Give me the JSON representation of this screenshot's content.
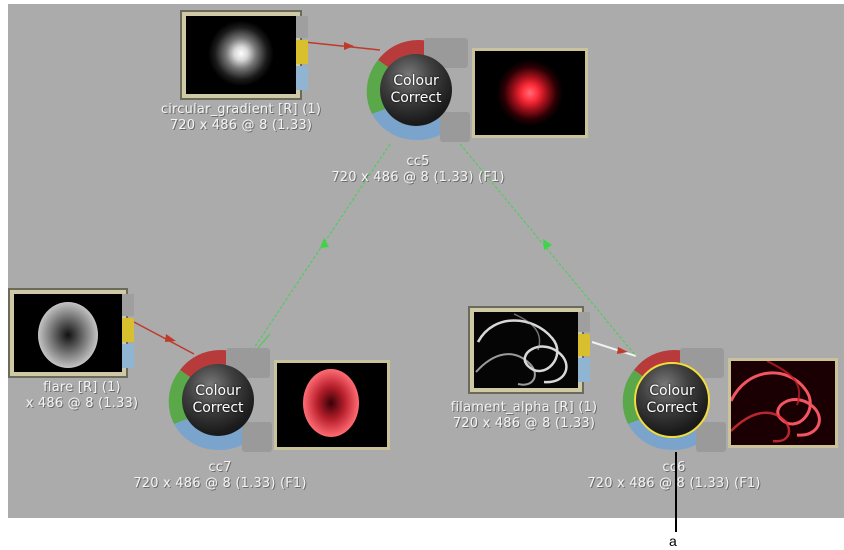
{
  "nodes": {
    "circular_gradient": {
      "name": "circular_gradient [R] (1)",
      "info": "720 x 486 @ 8 (1.33)"
    },
    "cc5": {
      "title_line1": "Colour",
      "title_line2": "Correct",
      "name": "cc5",
      "info": "720 x 486 @ 8 (1.33) (F1)"
    },
    "flare": {
      "name": "flare [R] (1)",
      "info": "x 486 @ 8 (1.33)"
    },
    "cc7": {
      "title_line1": "Colour",
      "title_line2": "Correct",
      "name": "cc7",
      "info": "720 x 486 @ 8 (1.33) (F1)"
    },
    "filament_alpha": {
      "name": "filament_alpha [R] (1)",
      "info": "720 x 486 @ 8 (1.33)"
    },
    "cc6": {
      "title_line1": "Colour",
      "title_line2": "Correct",
      "name": "cc6",
      "info": "720 x 486 @ 8 (1.33) (F1)"
    }
  },
  "callout": {
    "label": "a"
  },
  "colors": {
    "canvas": "#ababab",
    "link_red": "#c0392b",
    "link_green": "#3fd34a",
    "link_white": "#f2f2f2",
    "selected_outline": "#f0dc3c",
    "tab_yellow": "#d8bf2e",
    "tab_blue": "#8fb5d3"
  }
}
